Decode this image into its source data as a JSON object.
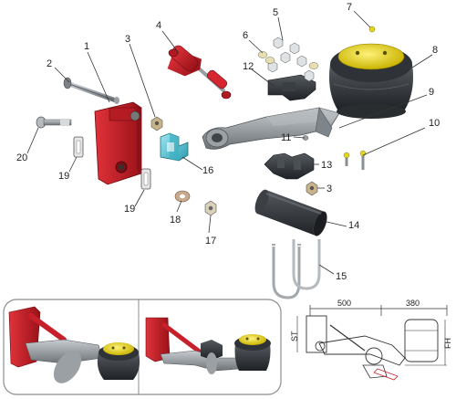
{
  "parts": [
    {
      "id": "1",
      "name": "hanger-bracket"
    },
    {
      "id": "2",
      "name": "long-bolt"
    },
    {
      "id": "3",
      "name": "nut"
    },
    {
      "id": "4",
      "name": "shock-absorber"
    },
    {
      "id": "5",
      "name": "nuts-set"
    },
    {
      "id": "6",
      "name": "washers-set"
    },
    {
      "id": "7",
      "name": "small-nut"
    },
    {
      "id": "8",
      "name": "air-spring"
    },
    {
      "id": "9",
      "name": "trailing-arm"
    },
    {
      "id": "10",
      "name": "bolts"
    },
    {
      "id": "11",
      "name": "pin"
    },
    {
      "id": "12",
      "name": "air-spring-plate"
    },
    {
      "id": "13",
      "name": "axle-seat"
    },
    {
      "id": "14",
      "name": "axle-tube"
    },
    {
      "id": "15",
      "name": "u-bolts"
    },
    {
      "id": "16",
      "name": "bushing-holder"
    },
    {
      "id": "17",
      "name": "lock-nut"
    },
    {
      "id": "18",
      "name": "washer"
    },
    {
      "id": "19",
      "name": "spacer-plate"
    },
    {
      "id": "20",
      "name": "pivot-bolt"
    }
  ],
  "dimensions": {
    "len_a": "500",
    "len_b": "380",
    "st": "ST",
    "fh": "FH"
  },
  "colors": {
    "red": "#c8202a",
    "cyan": "#5fc6d6",
    "yellow": "#e8d619",
    "gray": "#8f959a",
    "dark": "#2f3338"
  }
}
